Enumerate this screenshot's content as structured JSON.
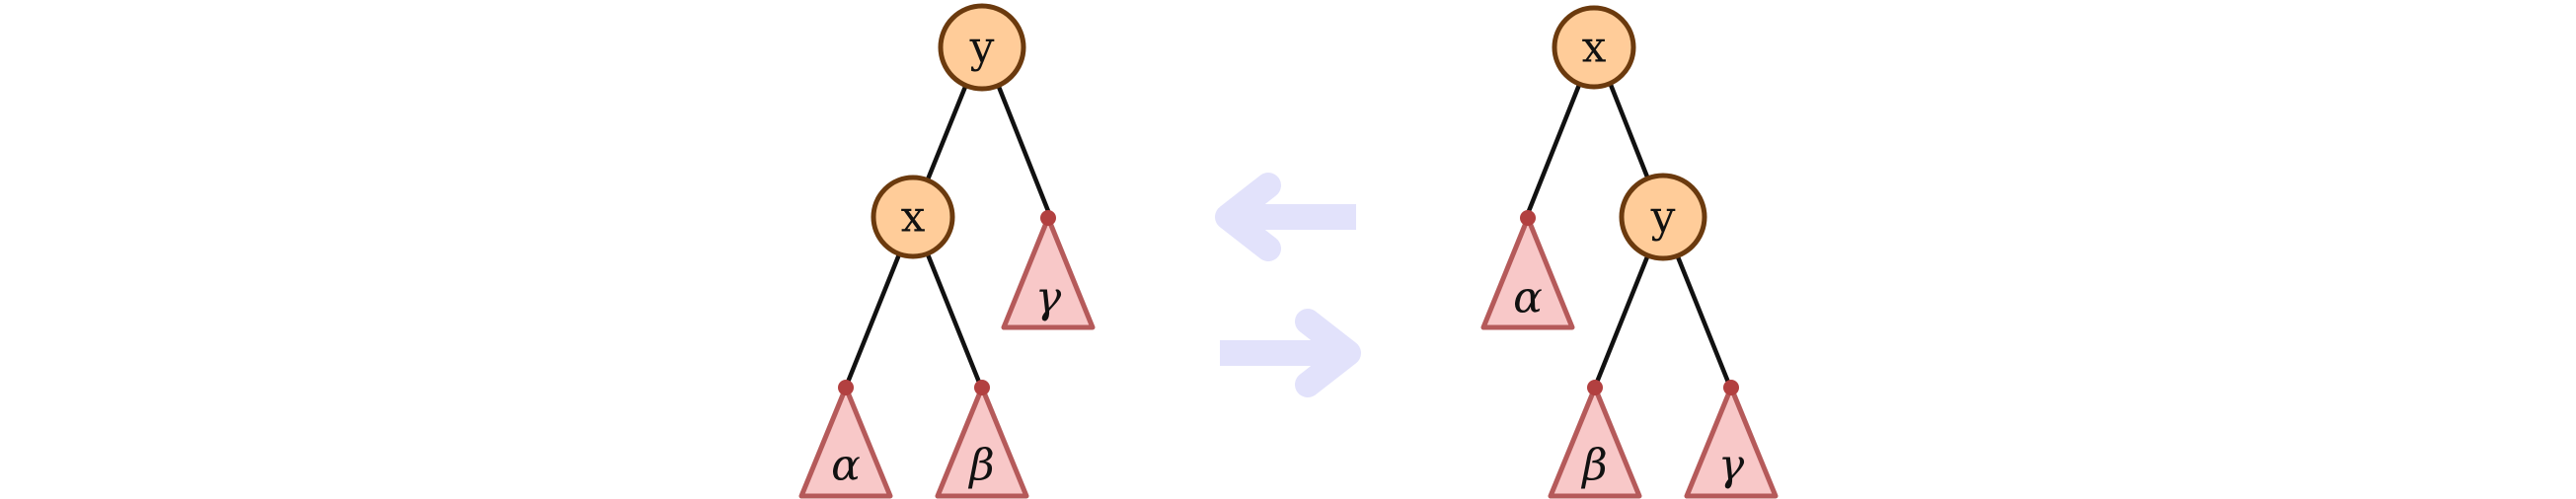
{
  "left_tree": {
    "root": {
      "label": "y"
    },
    "child": {
      "label": "x"
    },
    "subtrees": {
      "alpha": "α",
      "beta": "β",
      "gamma": "γ"
    }
  },
  "right_tree": {
    "root": {
      "label": "x"
    },
    "child": {
      "label": "y"
    },
    "subtrees": {
      "alpha": "α",
      "beta": "β",
      "gamma": "γ"
    }
  },
  "arrows": [
    {
      "name": "rotate-left-arrow",
      "direction": "left",
      "color": "#e2e2fb"
    },
    {
      "name": "rotate-right-arrow",
      "direction": "right",
      "color": "#e2e2fb"
    }
  ],
  "colors": {
    "node_fill": "#ffcc99",
    "node_stroke": "#6b3a0e",
    "subtree_fill": "#f8c8c8",
    "subtree_stroke": "#b55a5a",
    "subtree_dot": "#b24040",
    "edge": "#111111"
  }
}
